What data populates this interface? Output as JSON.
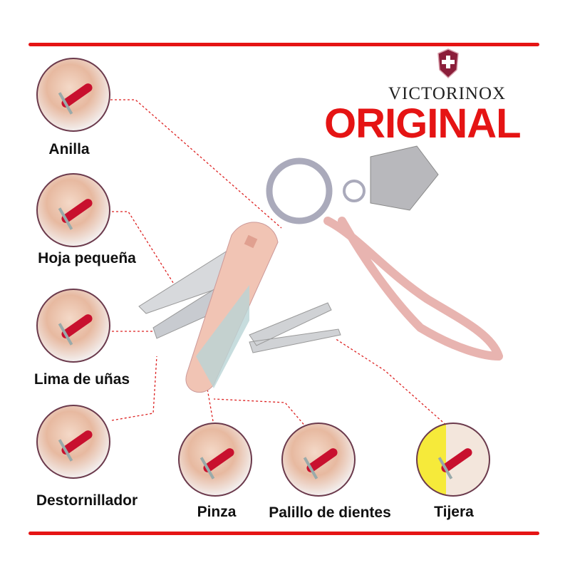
{
  "brand": {
    "name": "VICTORINOX",
    "tagline": "ORIGINAL",
    "logo": "swiss-cross-shield-icon"
  },
  "colors": {
    "accent": "#e51414",
    "rule": "#e51414",
    "border": "#6b3a4c",
    "logo": "#8b1e3a"
  },
  "features": [
    {
      "label": "Anilla"
    },
    {
      "label": "Hoja pequeña"
    },
    {
      "label": "Lima de uñas"
    },
    {
      "label": "Destornillador"
    },
    {
      "label": "Pinza"
    },
    {
      "label": "Palillo de dientes"
    },
    {
      "label": "Tijera"
    }
  ]
}
